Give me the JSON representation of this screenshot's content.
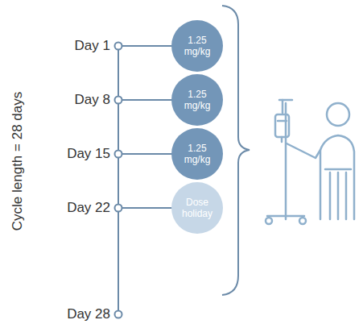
{
  "diagram": {
    "nodes": [
      {
        "text": [
          "1.25 mg/kg"
        ]
      },
      {
        "text": [
          "1.25 mg/kg"
        ]
      },
      {
        "text": [
          "1.25 mg/kg"
        ]
      },
      {
        "text": [
          "Dose holiday"
        ]
      }
    ],
    "labels": [
      "Cycle length = 28 days",
      "Day 1",
      "Day 8",
      "Day 15",
      "Day 22",
      "Day 28"
    ]
  }
}
